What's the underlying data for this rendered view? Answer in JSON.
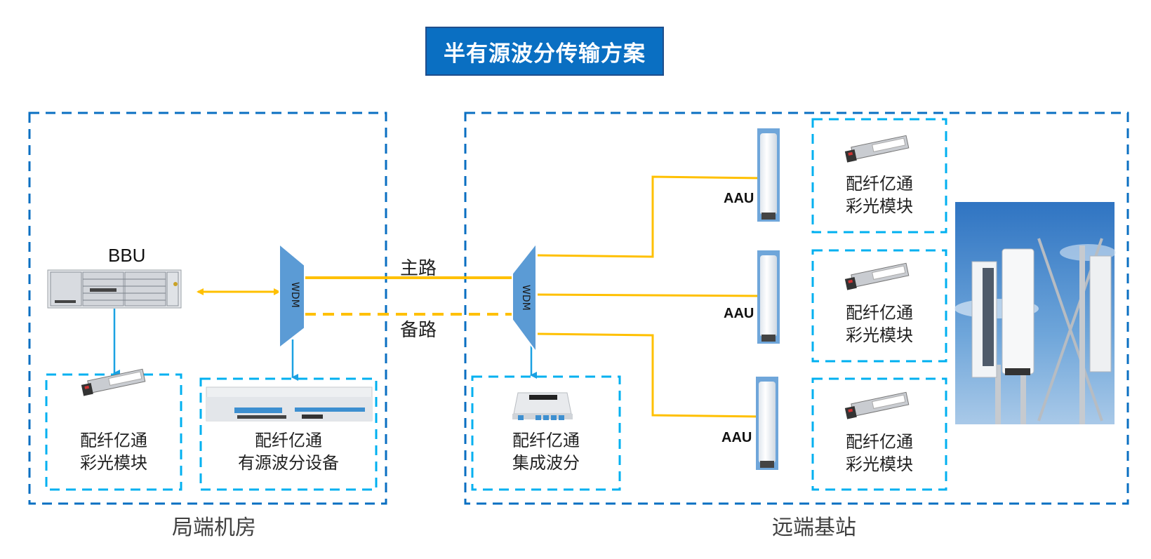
{
  "title": "半有源波分传输方案",
  "colors": {
    "title_bg": "#0A6FC2",
    "outer_border": "#0A6FC2",
    "inner_border": "#00B0F0",
    "fiber_line": "#FFC000",
    "link_arrow": "#1BA1E2",
    "wdm_fill": "#5B9BD5"
  },
  "central_office": {
    "label": "局端机房",
    "bbu_label": "BBU",
    "wdm_label": "WDM",
    "modules": [
      {
        "line1": "配纤亿通",
        "line2": "彩光模块",
        "icon": "sfp-module-icon"
      },
      {
        "line1": "配纤亿通",
        "line2": "有源波分设备",
        "icon": "rack-device-icon"
      }
    ]
  },
  "links": {
    "main_path": "主路",
    "backup_path": "备路"
  },
  "remote_site": {
    "label": "远端基站",
    "wdm_label": "WDM",
    "integrated_module": {
      "line1": "配纤亿通",
      "line2": "集成波分",
      "icon": "cwdm-module-icon"
    },
    "aau_units": [
      {
        "label": "AAU",
        "module": {
          "line1": "配纤亿通",
          "line2": "彩光模块"
        }
      },
      {
        "label": "AAU",
        "module": {
          "line1": "配纤亿通",
          "line2": "彩光模块"
        }
      },
      {
        "label": "AAU",
        "module": {
          "line1": "配纤亿通",
          "line2": "彩光模块"
        }
      }
    ],
    "photo": "base-station-tower-photo"
  }
}
